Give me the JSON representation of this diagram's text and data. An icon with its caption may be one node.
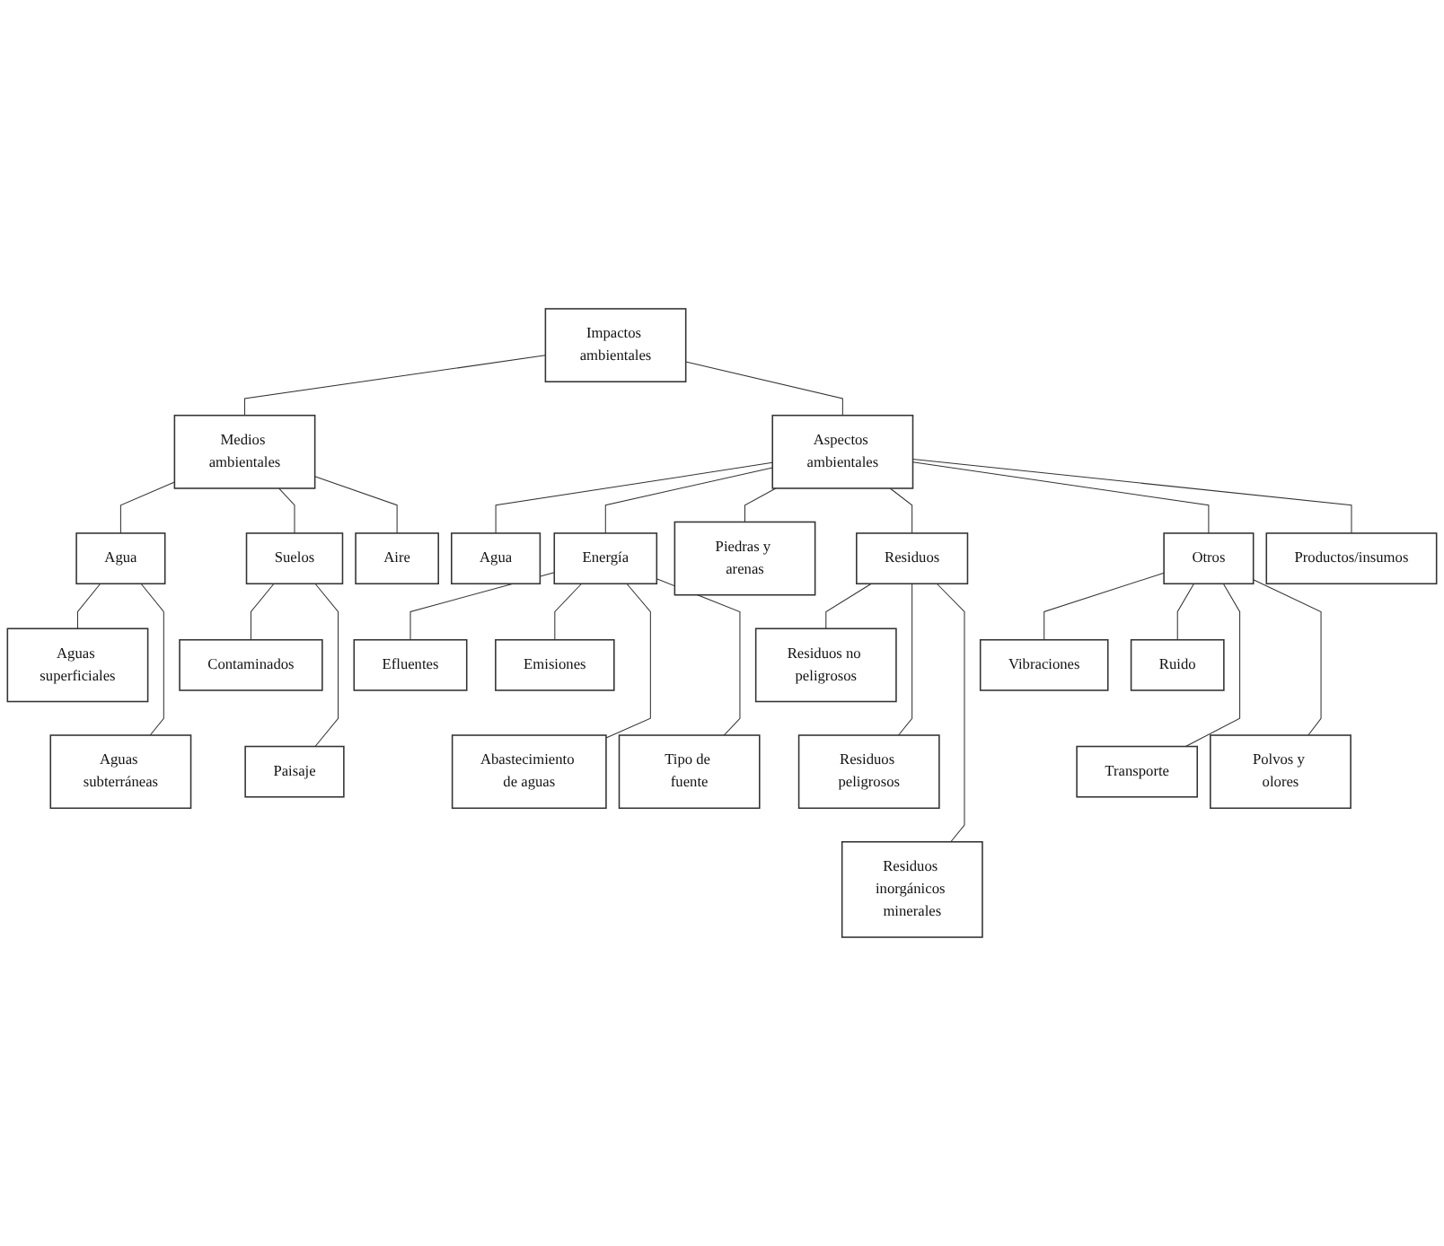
{
  "diagram": {
    "nodes": [
      {
        "text": [
          "Impactos ambientales"
        ]
      },
      {
        "text": [
          "Medios ambientales"
        ]
      },
      {
        "text": [
          "Aspectos ambientales"
        ]
      },
      {
        "text": [
          "Agua"
        ]
      },
      {
        "text": [
          "Suelos"
        ]
      },
      {
        "text": [
          "Aire"
        ]
      },
      {
        "text": [
          "Agua"
        ]
      },
      {
        "text": [
          "Energía"
        ]
      },
      {
        "text": [
          "Piedras y arenas"
        ]
      },
      {
        "text": [
          "Residuos"
        ]
      },
      {
        "text": [
          "Otros"
        ]
      },
      {
        "text": [
          "Productos/insumos"
        ]
      },
      {
        "text": [
          "Aguas superficiales"
        ]
      },
      {
        "text": [
          "Contaminados"
        ]
      },
      {
        "text": [
          "Aguas subterráneas"
        ]
      },
      {
        "text": [
          "Paisaje"
        ]
      },
      {
        "text": [
          "Efluentes"
        ]
      },
      {
        "text": [
          "Emisiones"
        ]
      },
      {
        "text": [
          "Abastecimiento de aguas"
        ]
      },
      {
        "text": [
          "Tipo de fuente"
        ]
      },
      {
        "text": [
          "Residuos no peligrosos"
        ]
      },
      {
        "text": [
          "Vibraciones"
        ]
      },
      {
        "text": [
          "Residuos peligrosos"
        ]
      },
      {
        "text": [
          "Ruido"
        ]
      },
      {
        "text": [
          "Residuos inorgánicos minerales"
        ]
      },
      {
        "text": [
          "Transporte"
        ]
      },
      {
        "text": [
          "Polvos y olores"
        ]
      }
    ],
    "edges": [
      {
        "from": 0,
        "to": 1,
        "arrow": "none"
      },
      {
        "from": 0,
        "to": 2,
        "arrow": "none"
      },
      {
        "from": 1,
        "to": 3,
        "arrow": "none"
      },
      {
        "from": 1,
        "to": 4,
        "arrow": "none"
      },
      {
        "from": 1,
        "to": 5,
        "arrow": "none"
      },
      {
        "from": 2,
        "to": 6,
        "arrow": "none"
      },
      {
        "from": 2,
        "to": 7,
        "arrow": "none"
      },
      {
        "from": 2,
        "to": 8,
        "arrow": "none"
      },
      {
        "from": 2,
        "to": 9,
        "arrow": "none"
      },
      {
        "from": 2,
        "to": 10,
        "arrow": "none"
      },
      {
        "from": 2,
        "to": 11,
        "arrow": "none"
      },
      {
        "from": 3,
        "to": 12,
        "arrow": "none"
      },
      {
        "from": 3,
        "to": 14,
        "arrow": "none"
      },
      {
        "from": 4,
        "to": 13,
        "arrow": "none"
      },
      {
        "from": 4,
        "to": 15,
        "arrow": "none"
      },
      {
        "from": 7,
        "to": 16,
        "arrow": "none"
      },
      {
        "from": 7,
        "to": 17,
        "arrow": "none"
      },
      {
        "from": 7,
        "to": 18,
        "arrow": "none"
      },
      {
        "from": 7,
        "to": 19,
        "arrow": "none"
      },
      {
        "from": 9,
        "to": 20,
        "arrow": "none"
      },
      {
        "from": 9,
        "to": 22,
        "arrow": "none"
      },
      {
        "from": 9,
        "to": 24,
        "arrow": "none"
      },
      {
        "from": 10,
        "to": 21,
        "arrow": "none"
      },
      {
        "from": 10,
        "to": 23,
        "arrow": "none"
      },
      {
        "from": 10,
        "to": 25,
        "arrow": "none"
      },
      {
        "from": 10,
        "to": 26,
        "arrow": "none"
      }
    ]
  }
}
